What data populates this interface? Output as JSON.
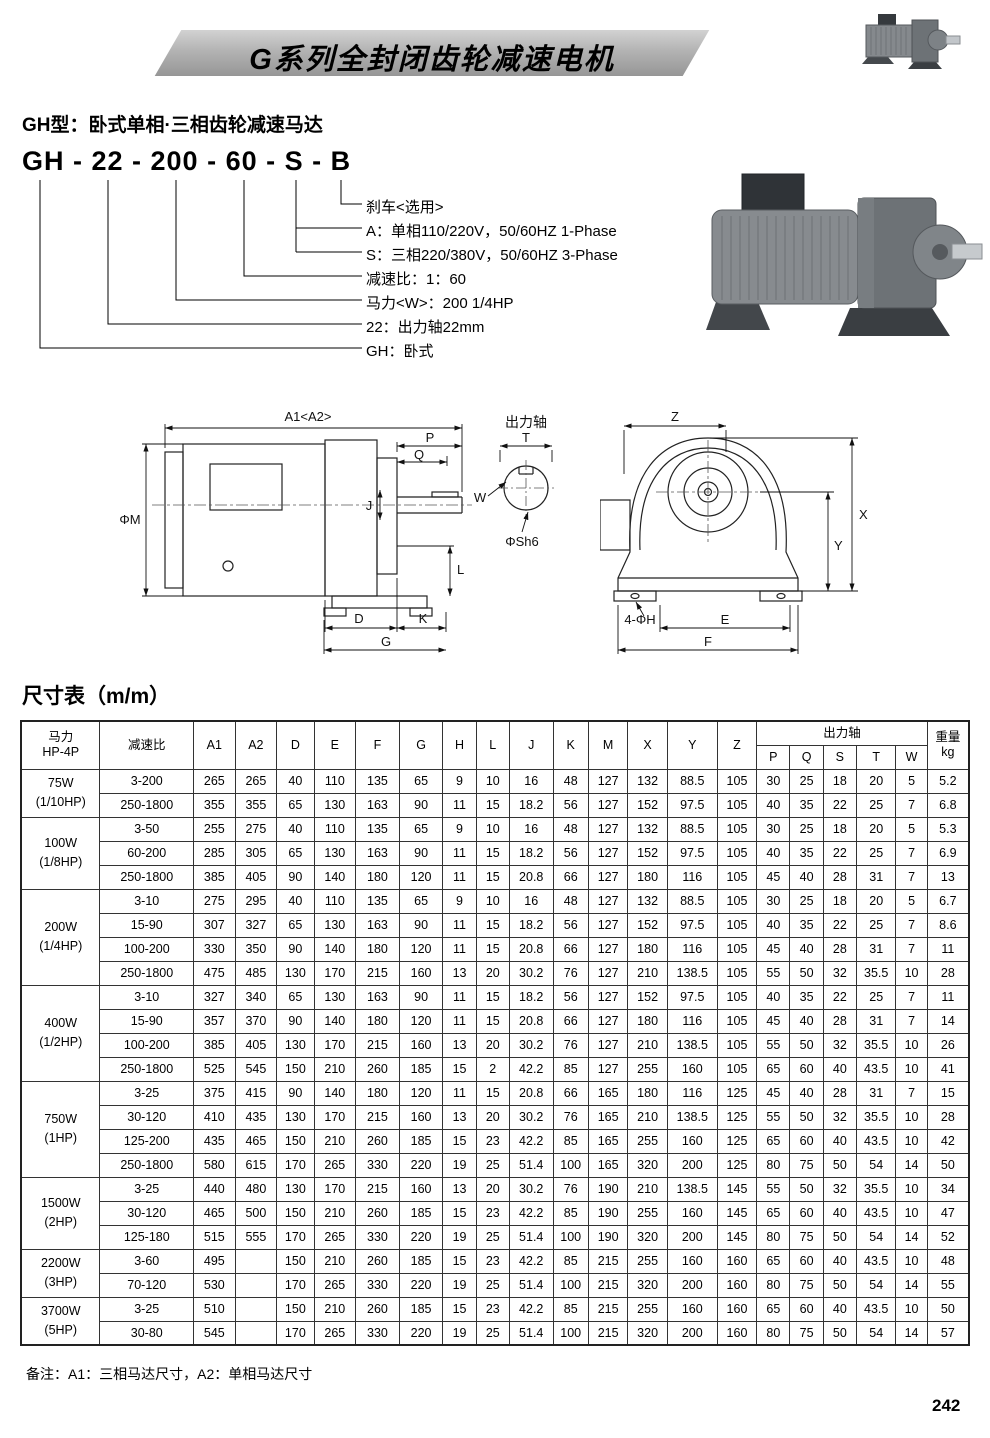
{
  "page": {
    "title": "G系列全封闭齿轮减速电机",
    "page_number": "242"
  },
  "model_section": {
    "subtitle": "GH型：卧式单相·三相齿轮减速马达",
    "model_code": "GH - 22 - 200 - 60 - S - B",
    "callouts": [
      "刹车<选用>",
      "A：单相110/220V，50/60HZ 1-Phase",
      "S：三相220/380V，50/60HZ 3-Phase",
      "减速比：1：60",
      "马力<W>：200 1/4HP",
      "22：出力轴22mm",
      "GH：卧式"
    ]
  },
  "diagram": {
    "left": {
      "a1": "A1<A2>",
      "p": "P",
      "q": "Q",
      "m": "ΦM",
      "j": "J",
      "l": "L",
      "d": "D",
      "k": "K",
      "g": "G",
      "shaft_title": "出力轴",
      "t": "T",
      "w": "W",
      "sh6": "ΦSh6"
    },
    "right": {
      "z": "Z",
      "x": "X",
      "y": "Y",
      "e": "E",
      "f": "F",
      "h": "4-ΦH"
    }
  },
  "table": {
    "title": "尺寸表（m/m）",
    "header": {
      "power_line1": "马力",
      "power_line2": "HP-4P",
      "ratio": "减速比",
      "dims": [
        "A1",
        "A2",
        "D",
        "E",
        "F",
        "G",
        "H",
        "L",
        "J",
        "K",
        "M",
        "X",
        "Y",
        "Z"
      ],
      "shaft_group": "出力轴",
      "shaft_cols": [
        "P",
        "Q",
        "S",
        "T",
        "W"
      ],
      "weight_line1": "重量",
      "weight_line2": "kg"
    },
    "groups": [
      {
        "power": "75W",
        "hp": "(1/10HP)",
        "rows": [
          {
            "ratio": "3-200",
            "values": [
              265,
              265,
              40,
              110,
              135,
              65,
              9,
              10,
              16,
              48,
              127,
              132,
              88.5,
              105,
              30,
              25,
              18,
              20,
              5,
              5.2
            ]
          },
          {
            "ratio": "250-1800",
            "values": [
              355,
              355,
              65,
              130,
              163,
              90,
              11,
              15,
              18.2,
              56,
              127,
              152,
              97.5,
              105,
              40,
              35,
              22,
              25,
              7,
              6.8
            ]
          }
        ]
      },
      {
        "power": "100W",
        "hp": "(1/8HP)",
        "rows": [
          {
            "ratio": "3-50",
            "values": [
              255,
              275,
              40,
              110,
              135,
              65,
              9,
              10,
              16,
              48,
              127,
              132,
              88.5,
              105,
              30,
              25,
              18,
              20,
              5,
              5.3
            ]
          },
          {
            "ratio": "60-200",
            "values": [
              285,
              305,
              65,
              130,
              163,
              90,
              11,
              15,
              18.2,
              56,
              127,
              152,
              97.5,
              105,
              40,
              35,
              22,
              25,
              7,
              6.9
            ]
          },
          {
            "ratio": "250-1800",
            "values": [
              385,
              405,
              90,
              140,
              180,
              120,
              11,
              15,
              20.8,
              66,
              127,
              180,
              116,
              105,
              45,
              40,
              28,
              31,
              7,
              13
            ]
          }
        ]
      },
      {
        "power": "200W",
        "hp": "(1/4HP)",
        "rows": [
          {
            "ratio": "3-10",
            "values": [
              275,
              295,
              40,
              110,
              135,
              65,
              9,
              10,
              16,
              48,
              127,
              132,
              88.5,
              105,
              30,
              25,
              18,
              20,
              5,
              6.7
            ]
          },
          {
            "ratio": "15-90",
            "values": [
              307,
              327,
              65,
              130,
              163,
              90,
              11,
              15,
              18.2,
              56,
              127,
              152,
              97.5,
              105,
              40,
              35,
              22,
              25,
              7,
              8.6
            ]
          },
          {
            "ratio": "100-200",
            "values": [
              330,
              350,
              90,
              140,
              180,
              120,
              11,
              15,
              20.8,
              66,
              127,
              180,
              116,
              105,
              45,
              40,
              28,
              31,
              7,
              11
            ]
          },
          {
            "ratio": "250-1800",
            "values": [
              475,
              485,
              130,
              170,
              215,
              160,
              13,
              20,
              30.2,
              76,
              127,
              210,
              138.5,
              105,
              55,
              50,
              32,
              35.5,
              10,
              28
            ]
          }
        ]
      },
      {
        "power": "400W",
        "hp": "(1/2HP)",
        "rows": [
          {
            "ratio": "3-10",
            "values": [
              327,
              340,
              65,
              130,
              163,
              90,
              11,
              15,
              18.2,
              56,
              127,
              152,
              97.5,
              105,
              40,
              35,
              22,
              25,
              7,
              11
            ]
          },
          {
            "ratio": "15-90",
            "values": [
              357,
              370,
              90,
              140,
              180,
              120,
              11,
              15,
              20.8,
              66,
              127,
              180,
              116,
              105,
              45,
              40,
              28,
              31,
              7,
              14
            ]
          },
          {
            "ratio": "100-200",
            "values": [
              385,
              405,
              130,
              170,
              215,
              160,
              13,
              20,
              30.2,
              76,
              127,
              210,
              138.5,
              105,
              55,
              50,
              32,
              35.5,
              10,
              26
            ]
          },
          {
            "ratio": "250-1800",
            "values": [
              525,
              545,
              150,
              210,
              260,
              185,
              15,
              2,
              42.2,
              85,
              127,
              255,
              160,
              105,
              65,
              60,
              40,
              43.5,
              10,
              41
            ]
          }
        ]
      },
      {
        "power": "750W",
        "hp": "(1HP)",
        "rows": [
          {
            "ratio": "3-25",
            "values": [
              375,
              415,
              90,
              140,
              180,
              120,
              11,
              15,
              20.8,
              66,
              165,
              180,
              116,
              125,
              45,
              40,
              28,
              31,
              7,
              15
            ]
          },
          {
            "ratio": "30-120",
            "values": [
              410,
              435,
              130,
              170,
              215,
              160,
              13,
              20,
              30.2,
              76,
              165,
              210,
              138.5,
              125,
              55,
              50,
              32,
              35.5,
              10,
              28
            ]
          },
          {
            "ratio": "125-200",
            "values": [
              435,
              465,
              150,
              210,
              260,
              185,
              15,
              23,
              42.2,
              85,
              165,
              255,
              160,
              125,
              65,
              60,
              40,
              43.5,
              10,
              42
            ]
          },
          {
            "ratio": "250-1800",
            "values": [
              580,
              615,
              170,
              265,
              330,
              220,
              19,
              25,
              51.4,
              100,
              165,
              320,
              200,
              125,
              80,
              75,
              50,
              54,
              14,
              50
            ]
          }
        ]
      },
      {
        "power": "1500W",
        "hp": "(2HP)",
        "rows": [
          {
            "ratio": "3-25",
            "values": [
              440,
              480,
              130,
              170,
              215,
              160,
              13,
              20,
              30.2,
              76,
              190,
              210,
              138.5,
              145,
              55,
              50,
              32,
              35.5,
              10,
              34
            ]
          },
          {
            "ratio": "30-120",
            "values": [
              465,
              500,
              150,
              210,
              260,
              185,
              15,
              23,
              42.2,
              85,
              190,
              255,
              160,
              145,
              65,
              60,
              40,
              43.5,
              10,
              47
            ]
          },
          {
            "ratio": "125-180",
            "values": [
              515,
              555,
              170,
              265,
              330,
              220,
              19,
              25,
              51.4,
              100,
              190,
              320,
              200,
              145,
              80,
              75,
              50,
              54,
              14,
              52
            ]
          }
        ]
      },
      {
        "power": "2200W",
        "hp": "(3HP)",
        "rows": [
          {
            "ratio": "3-60",
            "values": [
              495,
              "",
              150,
              210,
              260,
              185,
              15,
              23,
              42.2,
              85,
              215,
              255,
              160,
              160,
              65,
              60,
              40,
              43.5,
              10,
              48
            ]
          },
          {
            "ratio": "70-120",
            "values": [
              530,
              "",
              170,
              265,
              330,
              220,
              19,
              25,
              51.4,
              100,
              215,
              320,
              200,
              160,
              80,
              75,
              50,
              54,
              14,
              55
            ]
          }
        ]
      },
      {
        "power": "3700W",
        "hp": "(5HP)",
        "rows": [
          {
            "ratio": "3-25",
            "values": [
              510,
              "",
              150,
              210,
              260,
              185,
              15,
              23,
              42.2,
              85,
              215,
              255,
              160,
              160,
              65,
              60,
              40,
              43.5,
              10,
              50
            ]
          },
          {
            "ratio": "30-80",
            "values": [
              545,
              "",
              170,
              265,
              330,
              220,
              19,
              25,
              51.4,
              100,
              215,
              320,
              200,
              160,
              80,
              75,
              50,
              54,
              14,
              57
            ]
          }
        ]
      }
    ]
  },
  "footer": {
    "note": "备注：A1：三相马达尺寸，A2：单相马达尺寸"
  }
}
